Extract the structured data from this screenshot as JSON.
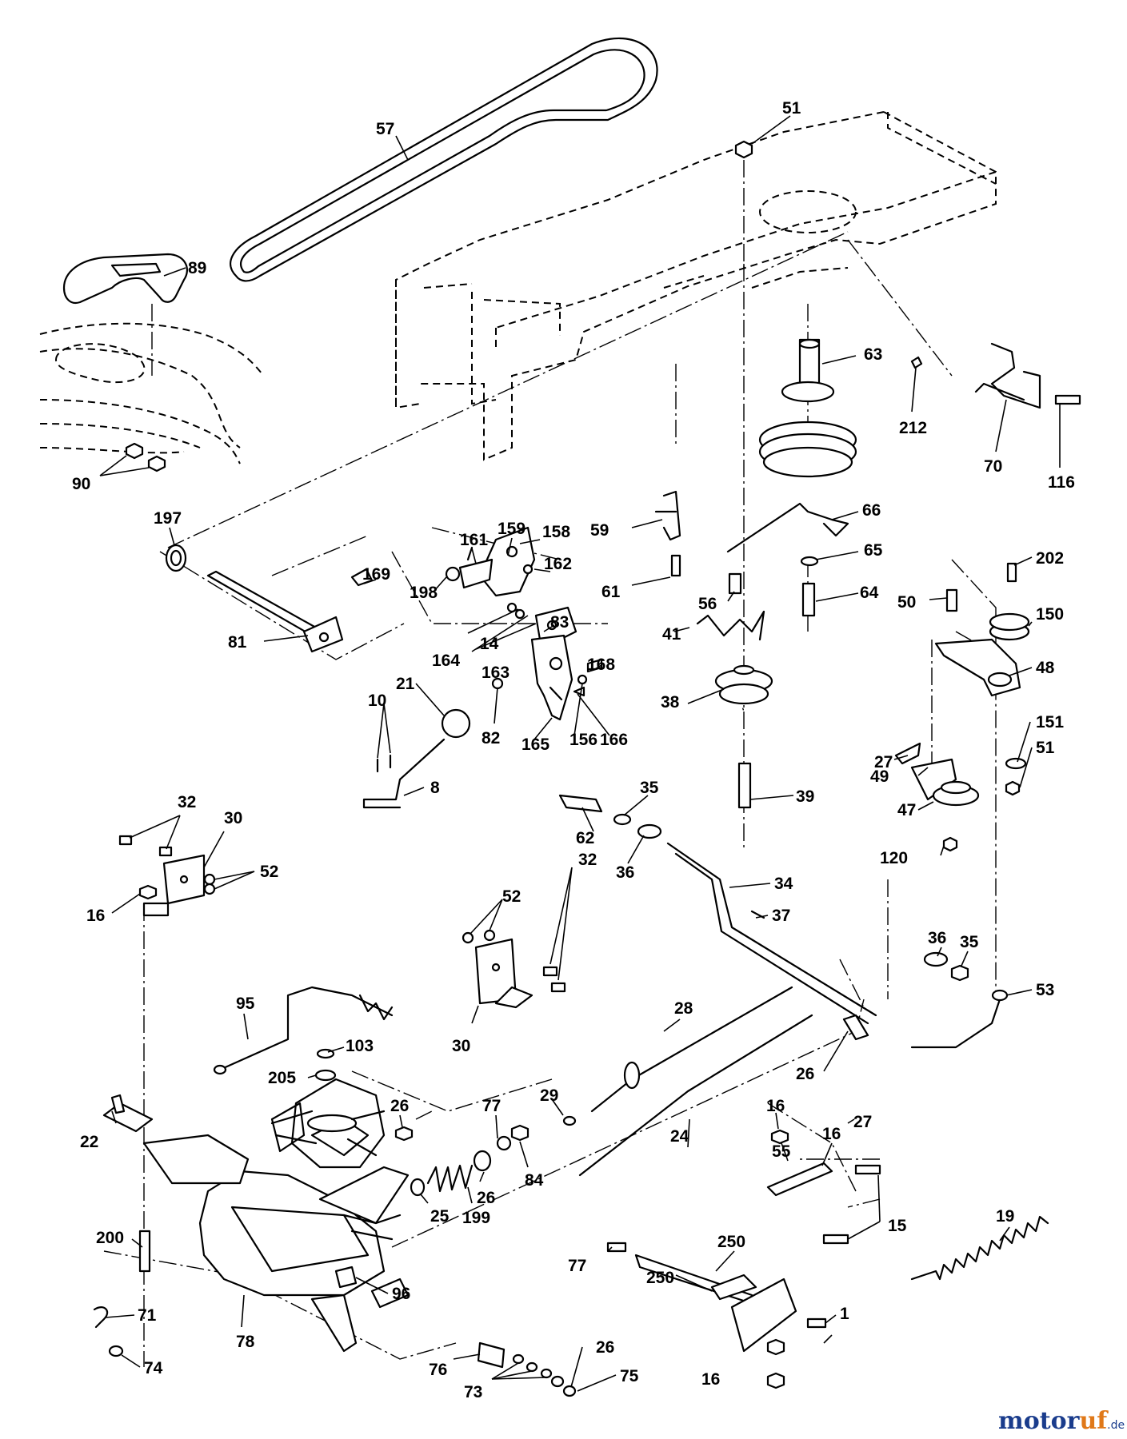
{
  "diagram": {
    "part_labels": [
      "57",
      "51",
      "89",
      "63",
      "212",
      "70",
      "116",
      "90",
      "66",
      "197",
      "59",
      "65",
      "161",
      "159",
      "158",
      "61",
      "64",
      "169",
      "162",
      "198",
      "56",
      "202",
      "150",
      "50",
      "41",
      "83",
      "81",
      "48",
      "14",
      "164",
      "163",
      "168",
      "21",
      "151",
      "38",
      "82",
      "156",
      "166",
      "165",
      "51",
      "27",
      "10",
      "49",
      "39",
      "8",
      "47",
      "35",
      "120",
      "62",
      "36",
      "34",
      "32",
      "30",
      "52",
      "16",
      "37",
      "36",
      "35",
      "52",
      "32",
      "53",
      "95",
      "28",
      "30",
      "103",
      "26",
      "205",
      "27",
      "29",
      "16",
      "26",
      "77",
      "22",
      "24",
      "84",
      "16",
      "55",
      "19",
      "26",
      "25",
      "199",
      "15",
      "200",
      "250",
      "77",
      "96",
      "71",
      "250",
      "1",
      "78",
      "26",
      "74",
      "76",
      "75",
      "73",
      "16"
    ]
  },
  "watermark": {
    "brand_part1": "motor",
    "brand_part2": "uf",
    "suffix": ".de"
  }
}
